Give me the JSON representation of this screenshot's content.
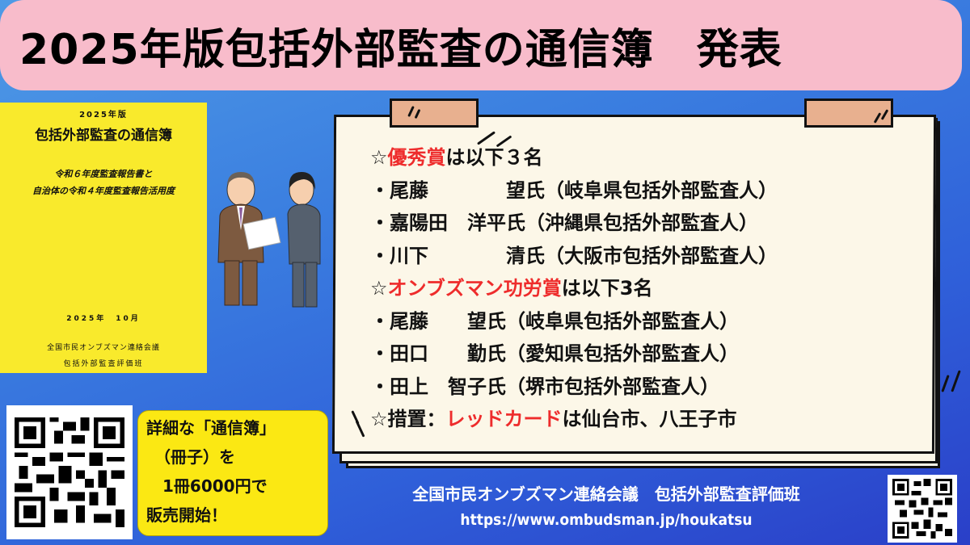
{
  "header": {
    "title": "2025年版包括外部監査の通信簿　発表"
  },
  "book_cover": {
    "edition": "2025年版",
    "title": "包括外部監査の通信簿",
    "subtitle_line1": "令和６年度監査報告書と",
    "subtitle_line2": "自治体の令和４年度監査報告活用度",
    "date": "2025年　10月",
    "organization": "全国市民オンブズマン連絡会議",
    "team": "包括外部監査評価班",
    "background_color": "#f9ea2c"
  },
  "illustration": {
    "description": "presenter handing document to recipient",
    "icon": "award-presentation-icon"
  },
  "announcement": {
    "excellence_award": {
      "prefix": "☆",
      "label": "優秀賞",
      "suffix": "は以下３名",
      "winners": [
        "・尾藤　　　　望氏（岐阜県包括外部監査人）",
        "・嘉陽田　洋平氏（沖縄県包括外部監査人）",
        "・川下　　　　清氏（大阪市包括外部監査人）"
      ]
    },
    "ombudsman_award": {
      "prefix": "☆",
      "label": "オンブズマン功労賞",
      "suffix": "は以下3名",
      "winners": [
        "・尾藤　　望氏（岐阜県包括外部監査人）",
        "・田口　　勤氏（愛知県包括外部監査人）",
        "・田上　智子氏（堺市包括外部監査人）"
      ]
    },
    "measure": {
      "prefix": "☆措置：",
      "label": "レッドカード",
      "suffix": "は仙台市、八王子市"
    },
    "accent_color": "#ee2c2c"
  },
  "promo": {
    "lines": [
      "詳細な「通信簿」",
      "　（冊子）を",
      "　1冊6000円で",
      "販売開始！"
    ]
  },
  "footer": {
    "organization": "全国市民オンブズマン連絡会議　包括外部監査評価班",
    "url": "https://www.ombudsman.jp/houkatsu"
  },
  "qr_codes": {
    "large": "qr-code-icon",
    "small": "qr-code-icon"
  },
  "colors": {
    "title_bar": "#f8bccb",
    "note_paper": "#fcf7e8",
    "tab": "#e8b08f",
    "promo_bg": "#fbe813",
    "background_top": "#4f9ae6",
    "background_bottom": "#2a3fc8"
  }
}
